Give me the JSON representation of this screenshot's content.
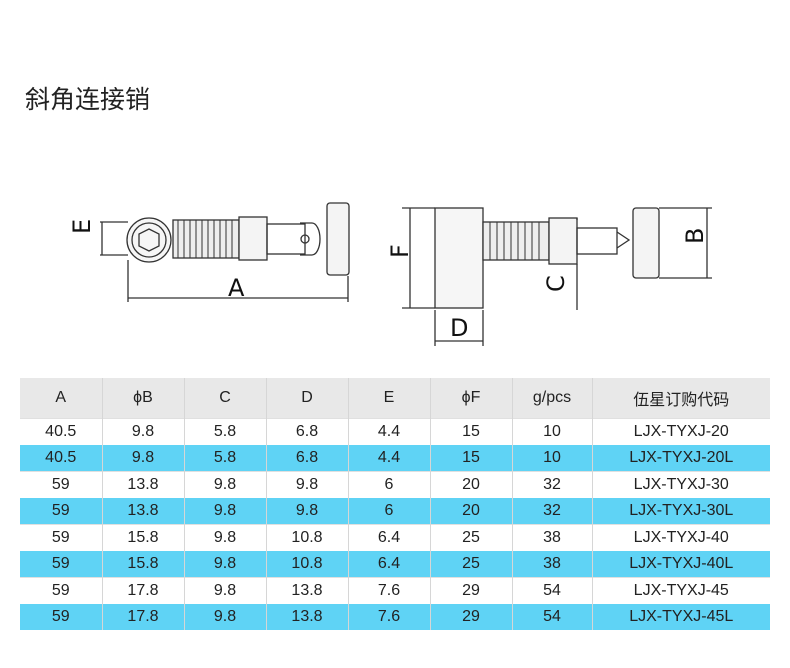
{
  "title": "斜角连接销",
  "drawing_labels": {
    "A": "A",
    "B": "B",
    "C": "C",
    "D": "D",
    "E": "E",
    "F": "F"
  },
  "table": {
    "headers": [
      "A",
      "ϕB",
      "C",
      "D",
      "E",
      "ϕF",
      "g/pcs",
      "伍星订购代码"
    ],
    "rows": [
      [
        "40.5",
        "9.8",
        "5.8",
        "6.8",
        "4.4",
        "15",
        "10",
        "LJX-TYXJ-20"
      ],
      [
        "40.5",
        "9.8",
        "5.8",
        "6.8",
        "4.4",
        "15",
        "10",
        "LJX-TYXJ-20L"
      ],
      [
        "59",
        "13.8",
        "9.8",
        "9.8",
        "6",
        "20",
        "32",
        "LJX-TYXJ-30"
      ],
      [
        "59",
        "13.8",
        "9.8",
        "9.8",
        "6",
        "20",
        "32",
        "LJX-TYXJ-30L"
      ],
      [
        "59",
        "15.8",
        "9.8",
        "10.8",
        "6.4",
        "25",
        "38",
        "LJX-TYXJ-40"
      ],
      [
        "59",
        "15.8",
        "9.8",
        "10.8",
        "6.4",
        "25",
        "38",
        "LJX-TYXJ-40L"
      ],
      [
        "59",
        "17.8",
        "9.8",
        "13.8",
        "7.6",
        "29",
        "54",
        "LJX-TYXJ-45"
      ],
      [
        "59",
        "17.8",
        "9.8",
        "13.8",
        "7.6",
        "29",
        "54",
        "LJX-TYXJ-45L"
      ]
    ]
  },
  "colors": {
    "highlight": "#5fd3f5",
    "header": "#e8e8e8"
  }
}
